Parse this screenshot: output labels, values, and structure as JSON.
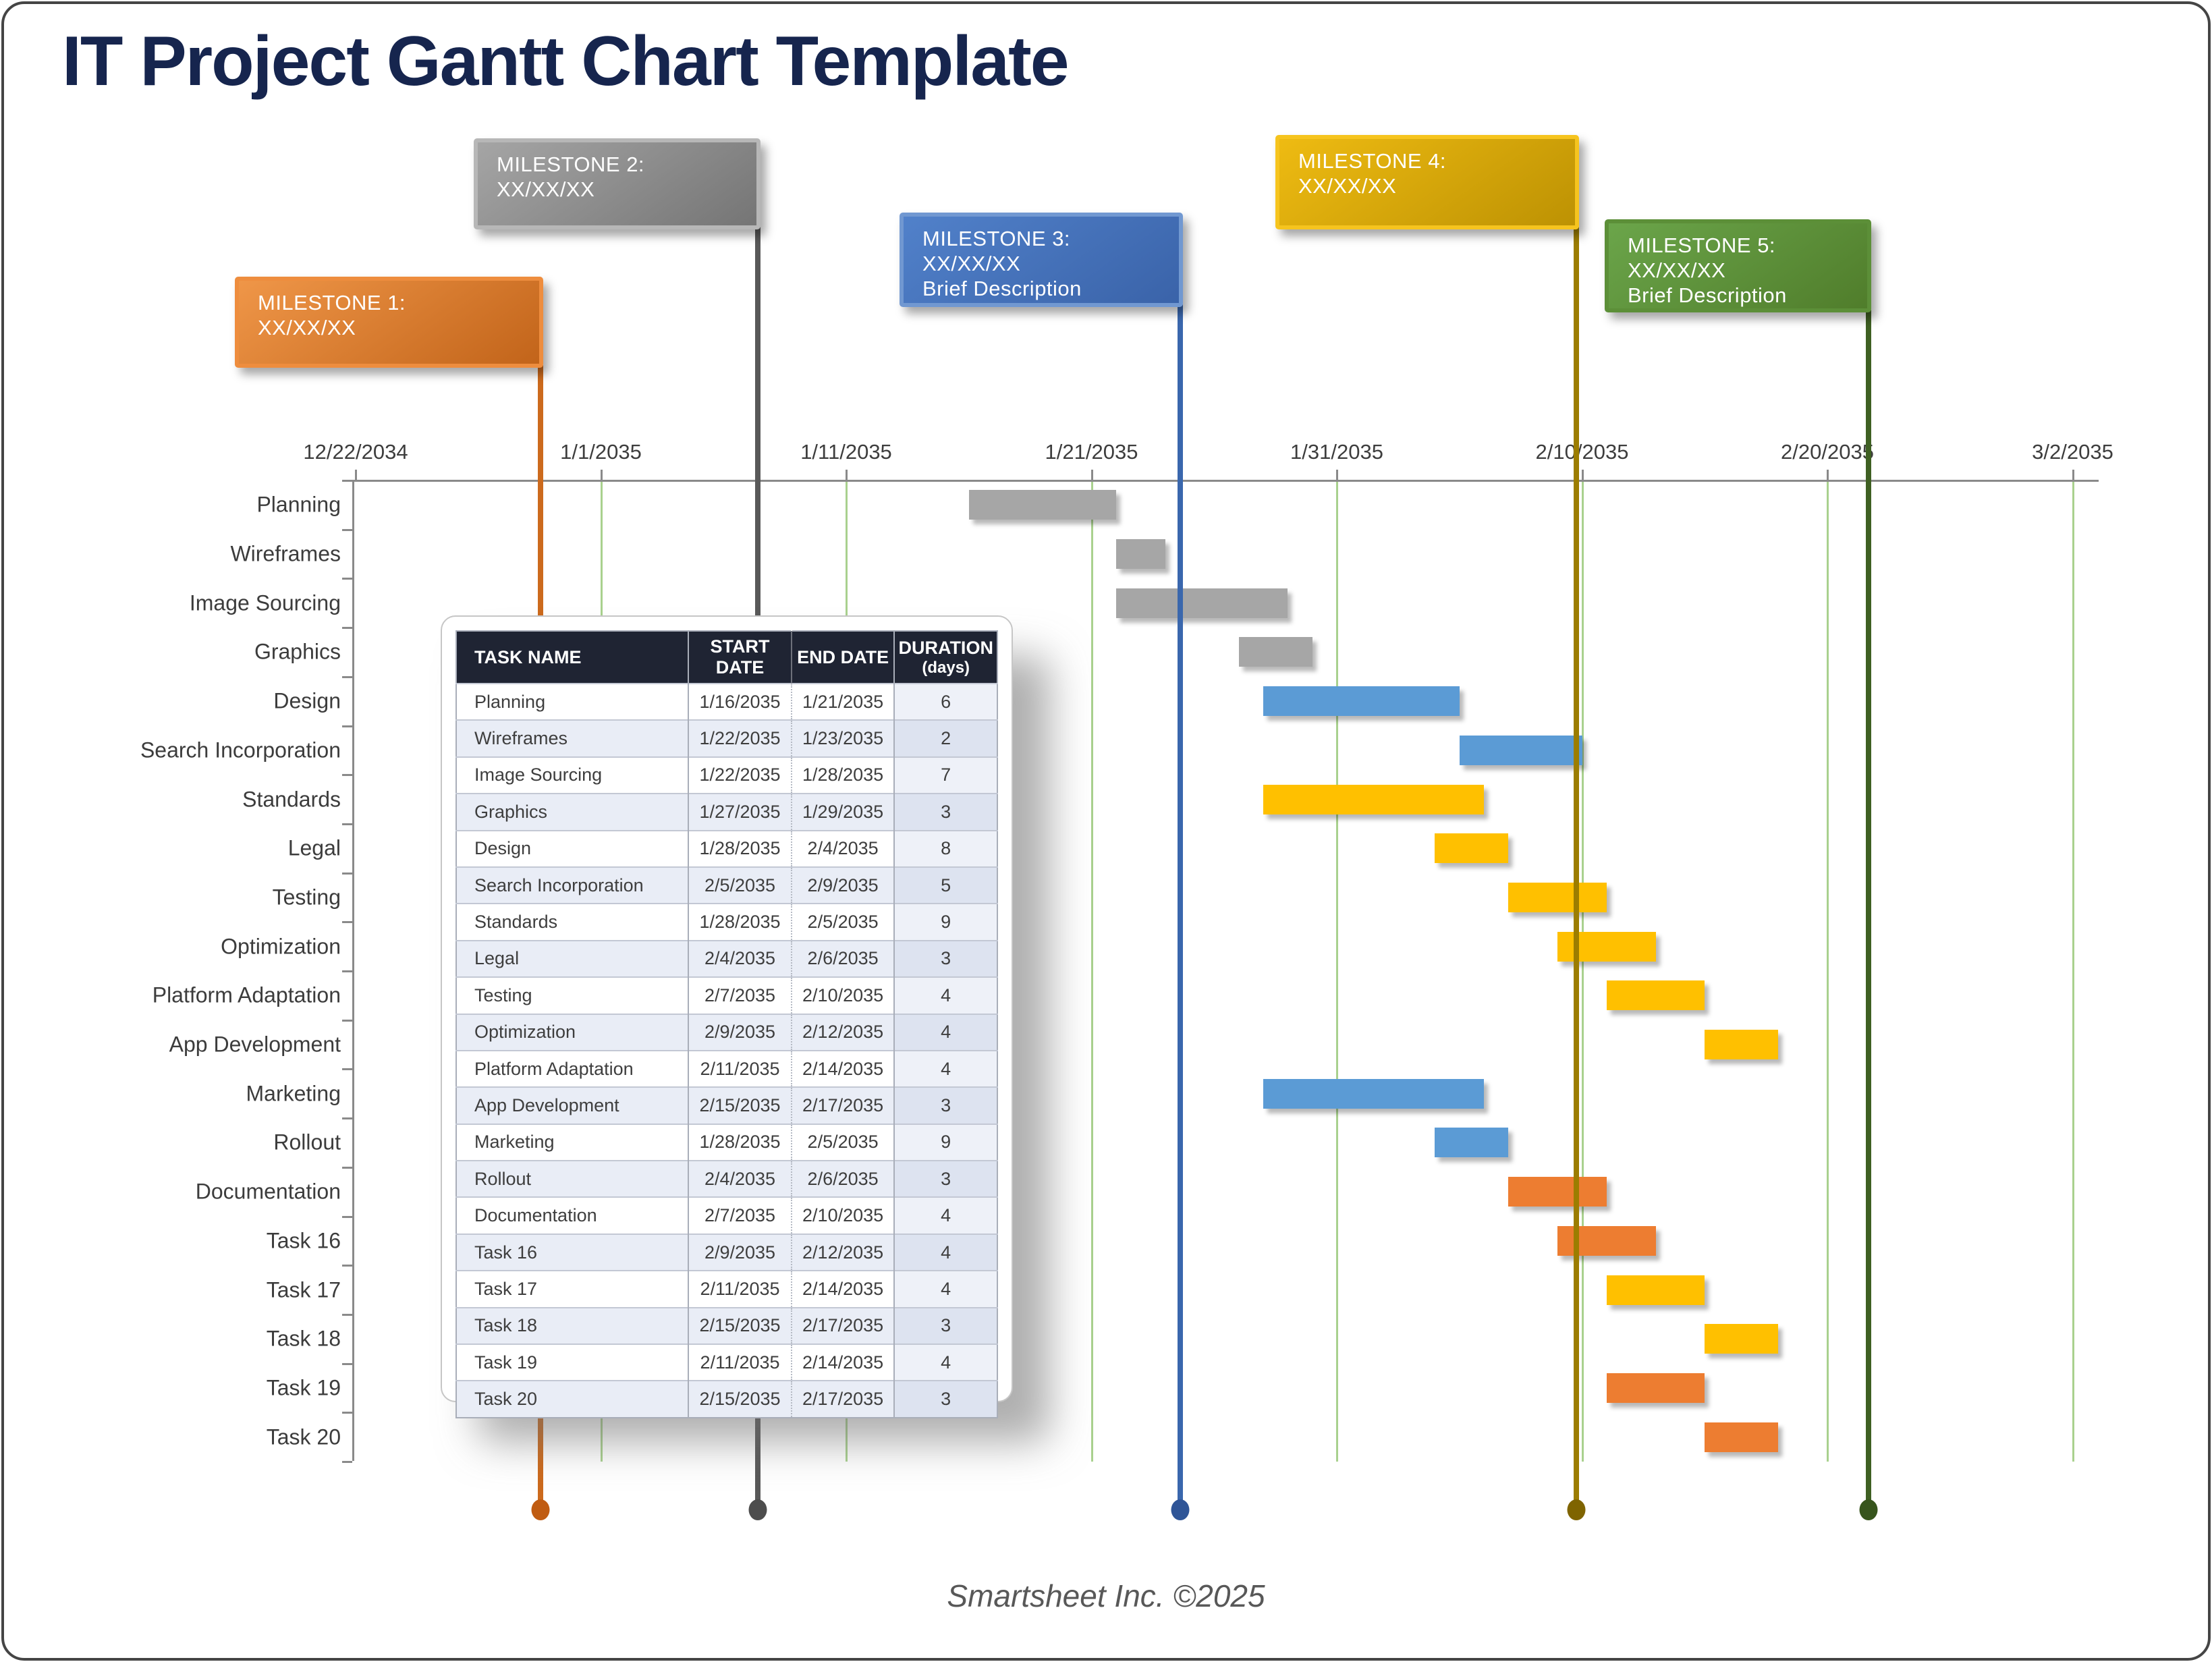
{
  "page": {
    "title": "IT Project Gantt Chart Template",
    "footer": "Smartsheet Inc. ©2025"
  },
  "milestones": [
    {
      "label": "MILESTONE 1:",
      "date": "XX/XX/XX",
      "description": "",
      "fill_from": "#ef9648",
      "fill_to": "#c2641a",
      "border": "#ee8d3e",
      "line": "#cc6a1d",
      "dot": "#c05c12"
    },
    {
      "label": "MILESTONE 2:",
      "date": "XX/XX/XX",
      "description": "",
      "fill_from": "#a5a5a5",
      "fill_to": "#757575",
      "border": "#b7b7b7",
      "line": "#595959",
      "dot": "#4d4d4d"
    },
    {
      "label": "MILESTONE 3:",
      "date": "XX/XX/XX",
      "description": "Brief Description",
      "fill_from": "#5181ca",
      "fill_to": "#3a63a9",
      "border": "#7198d1",
      "line": "#3a67ad",
      "dot": "#2f5597"
    },
    {
      "label": "MILESTONE 4:",
      "date": "XX/XX/XX",
      "description": "",
      "fill_from": "#eebb12",
      "fill_to": "#bd9203",
      "border": "#f6c41e",
      "line": "#9c7d00",
      "dot": "#7f6400"
    },
    {
      "label": "MILESTONE 5:",
      "date": "XX/XX/XX",
      "description": "Brief Description",
      "fill_from": "#6ba54a",
      "fill_to": "#507d2b",
      "border": "#5c8f38",
      "line": "#3f6023",
      "dot": "#37551d"
    }
  ],
  "table": {
    "columns": [
      {
        "label": "TASK NAME",
        "sublabel": ""
      },
      {
        "label": "START DATE",
        "sublabel": ""
      },
      {
        "label": "END DATE",
        "sublabel": ""
      },
      {
        "label": "DURATION",
        "sublabel": "(days)"
      }
    ]
  },
  "chart_data": {
    "type": "bar",
    "subtype": "gantt",
    "title": "IT Project Gantt Chart Template",
    "grid": "vertical-light-green",
    "legend_position": "none",
    "x_axis": {
      "start": "12/22/2034",
      "end": "3/2/2035",
      "interval_days": 10,
      "tick_labels": [
        "12/22/2034",
        "1/1/2035",
        "1/11/2035",
        "1/21/2035",
        "1/31/2035",
        "2/10/2035",
        "2/20/2035",
        "3/2/2035"
      ]
    },
    "palette": {
      "gray": "#a6a6a6",
      "blue": "#5b9bd5",
      "yellow": "#ffc000",
      "orange": "#ed7d31"
    },
    "tasks": [
      {
        "name": "Planning",
        "start": "1/16/2035",
        "end": "1/21/2035",
        "duration_days": 6,
        "color": "gray"
      },
      {
        "name": "Wireframes",
        "start": "1/22/2035",
        "end": "1/23/2035",
        "duration_days": 2,
        "color": "gray"
      },
      {
        "name": "Image Sourcing",
        "start": "1/22/2035",
        "end": "1/28/2035",
        "duration_days": 7,
        "color": "gray"
      },
      {
        "name": "Graphics",
        "start": "1/27/2035",
        "end": "1/29/2035",
        "duration_days": 3,
        "color": "gray"
      },
      {
        "name": "Design",
        "start": "1/28/2035",
        "end": "2/4/2035",
        "duration_days": 8,
        "color": "blue"
      },
      {
        "name": "Search Incorporation",
        "start": "2/5/2035",
        "end": "2/9/2035",
        "duration_days": 5,
        "color": "blue"
      },
      {
        "name": "Standards",
        "start": "1/28/2035",
        "end": "2/5/2035",
        "duration_days": 9,
        "color": "yellow"
      },
      {
        "name": "Legal",
        "start": "2/4/2035",
        "end": "2/6/2035",
        "duration_days": 3,
        "color": "yellow"
      },
      {
        "name": "Testing",
        "start": "2/7/2035",
        "end": "2/10/2035",
        "duration_days": 4,
        "color": "yellow"
      },
      {
        "name": "Optimization",
        "start": "2/9/2035",
        "end": "2/12/2035",
        "duration_days": 4,
        "color": "yellow"
      },
      {
        "name": "Platform Adaptation",
        "start": "2/11/2035",
        "end": "2/14/2035",
        "duration_days": 4,
        "color": "yellow"
      },
      {
        "name": "App Development",
        "start": "2/15/2035",
        "end": "2/17/2035",
        "duration_days": 3,
        "color": "yellow"
      },
      {
        "name": "Marketing",
        "start": "1/28/2035",
        "end": "2/5/2035",
        "duration_days": 9,
        "color": "blue"
      },
      {
        "name": "Rollout",
        "start": "2/4/2035",
        "end": "2/6/2035",
        "duration_days": 3,
        "color": "blue"
      },
      {
        "name": "Documentation",
        "start": "2/7/2035",
        "end": "2/10/2035",
        "duration_days": 4,
        "color": "orange"
      },
      {
        "name": "Task 16",
        "start": "2/9/2035",
        "end": "2/12/2035",
        "duration_days": 4,
        "color": "orange"
      },
      {
        "name": "Task 17",
        "start": "2/11/2035",
        "end": "2/14/2035",
        "duration_days": 4,
        "color": "yellow"
      },
      {
        "name": "Task 18",
        "start": "2/15/2035",
        "end": "2/17/2035",
        "duration_days": 3,
        "color": "yellow"
      },
      {
        "name": "Task 19",
        "start": "2/11/2035",
        "end": "2/14/2035",
        "duration_days": 4,
        "color": "orange"
      },
      {
        "name": "Task 20",
        "start": "2/15/2035",
        "end": "2/17/2035",
        "duration_days": 3,
        "color": "orange"
      }
    ]
  }
}
